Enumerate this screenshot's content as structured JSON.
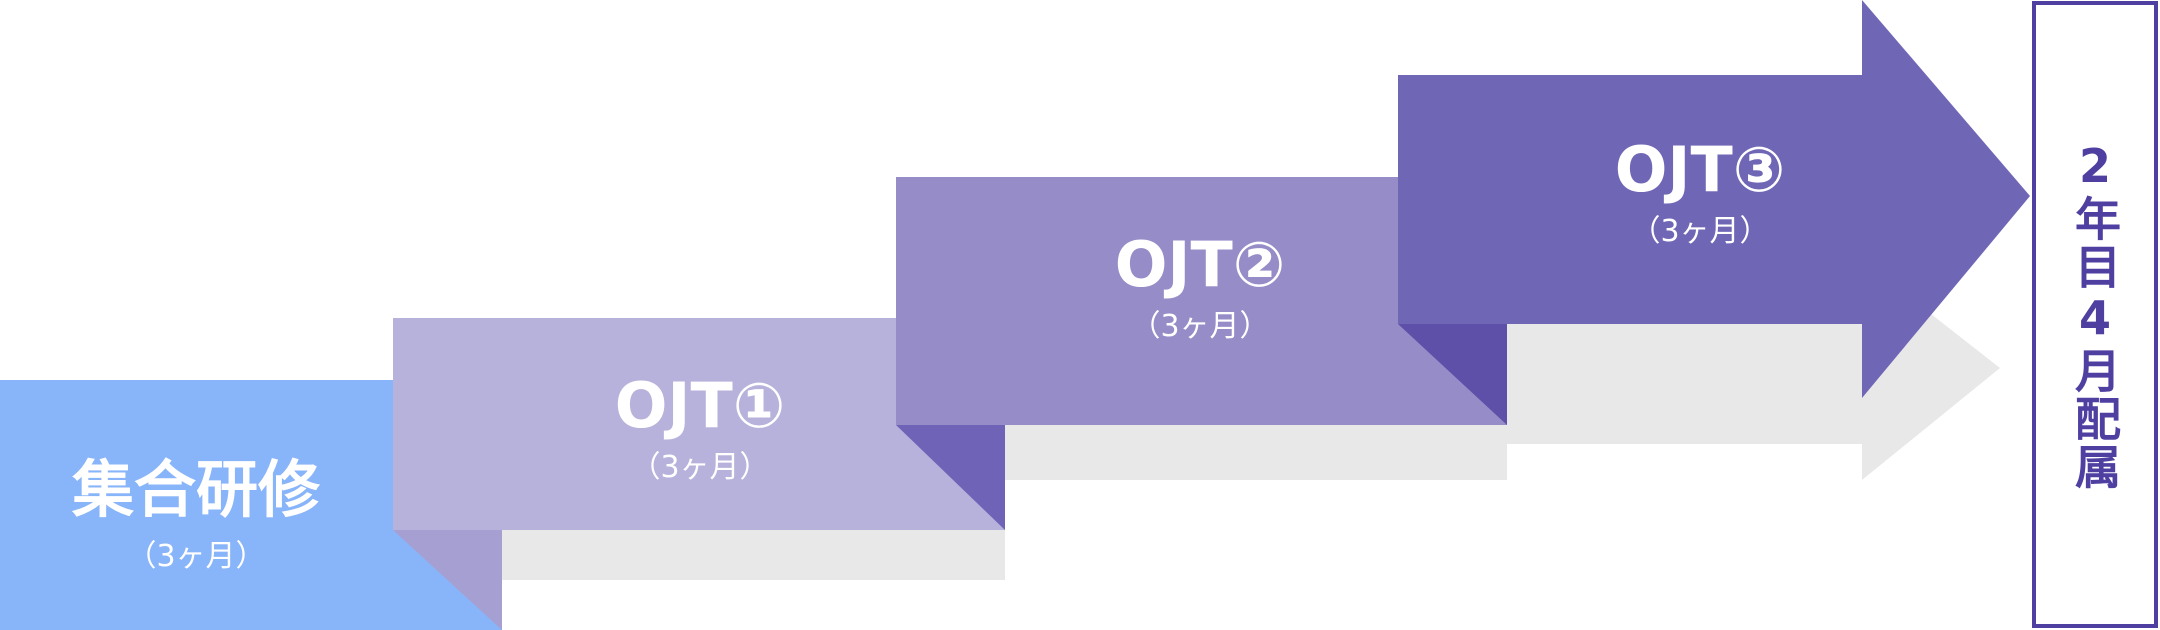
{
  "steps": [
    {
      "title": "集合研修",
      "duration": "（3ヶ月）",
      "color": "#88b4f9"
    },
    {
      "title": "OJT①",
      "duration": "（3ヶ月）",
      "color": "#b7b2db"
    },
    {
      "title": "OJT②",
      "duration": "（3ヶ月）",
      "color": "#968dc8"
    },
    {
      "title": "OJT③",
      "duration": "（3ヶ月）",
      "color": "#6f66b6"
    }
  ],
  "final": {
    "label": "2年目4月配属",
    "color": "#4e3fa0"
  }
}
